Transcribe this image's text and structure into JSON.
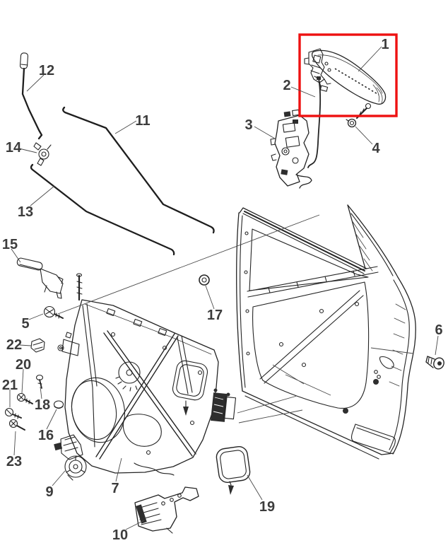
{
  "diagram": {
    "kind": "exploded-parts-line-diagram",
    "highlight_box": {
      "encloses_callout": "1"
    }
  },
  "colors": {
    "background": "#ffffff",
    "line": "#242424",
    "label": "#3c3c3c",
    "highlight": "#ee1111"
  },
  "labels": {
    "n1": "1",
    "n2": "2",
    "n3": "3",
    "n4": "4",
    "n5": "5",
    "n6": "6",
    "n7": "7",
    "n9": "9",
    "n10": "10",
    "n11": "11",
    "n12": "12",
    "n13": "13",
    "n14": "14",
    "n15": "15",
    "n16": "16",
    "n17": "17",
    "n18": "18",
    "n19": "19",
    "n20": "20",
    "n21": "21",
    "n22": "22",
    "n23": "23"
  }
}
